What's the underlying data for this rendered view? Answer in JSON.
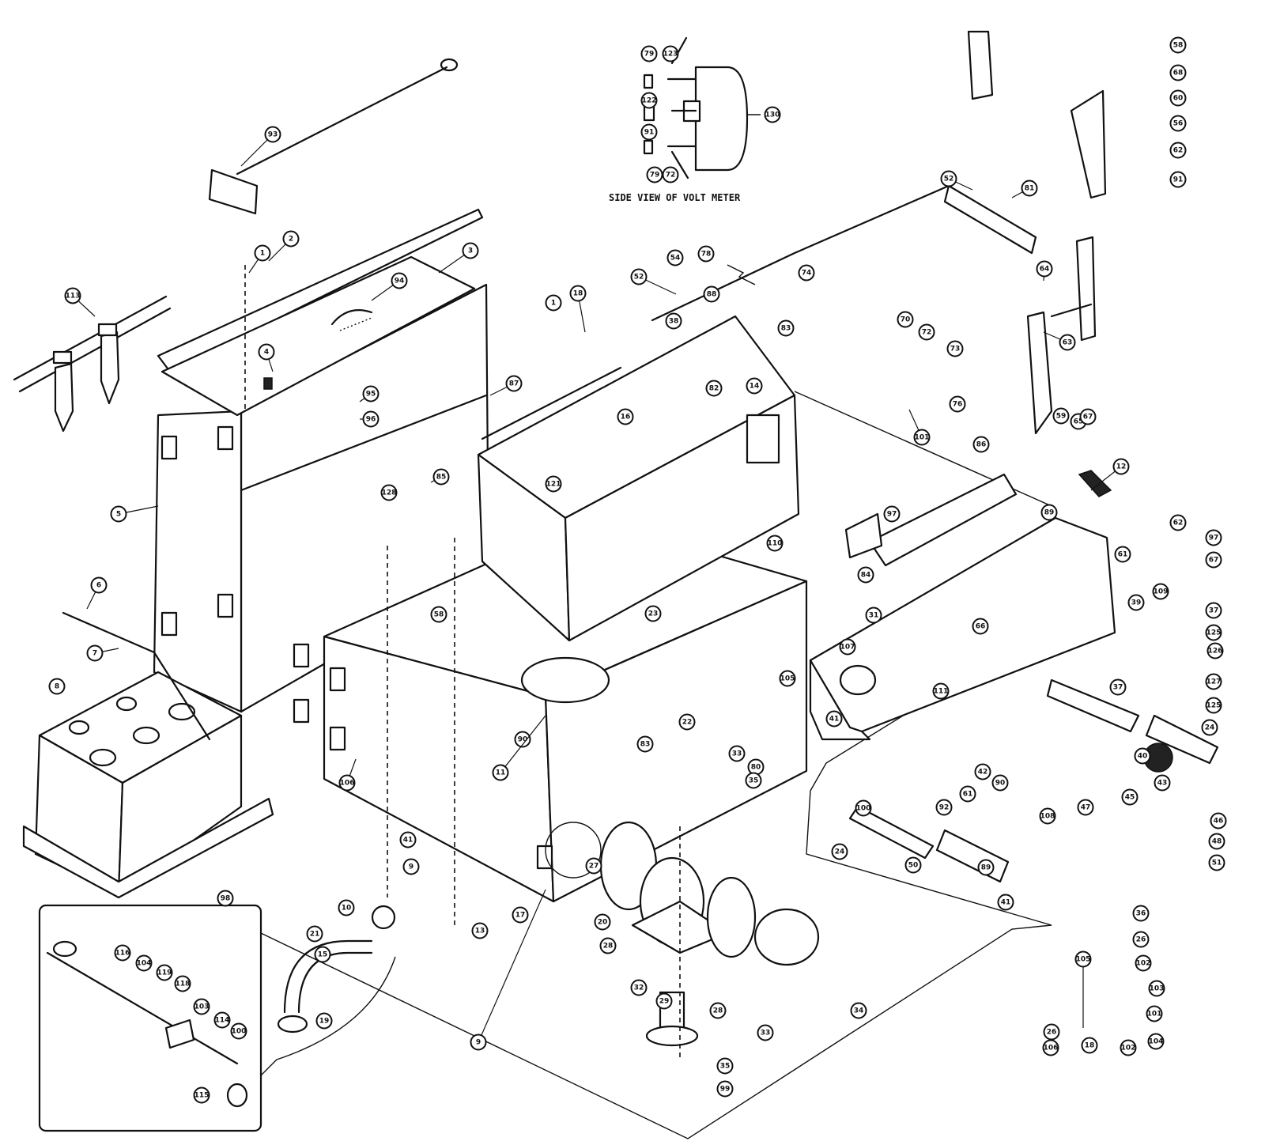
{
  "diagram": {
    "inset_caption": "SIDE VIEW OF VOLT METER",
    "callouts": [
      {
        "label": "93"
      },
      {
        "label": "2"
      },
      {
        "label": "3"
      },
      {
        "label": "1"
      },
      {
        "label": "94"
      },
      {
        "label": "4"
      },
      {
        "label": "95"
      },
      {
        "label": "96"
      },
      {
        "label": "113"
      },
      {
        "label": "5"
      },
      {
        "label": "6"
      },
      {
        "label": "7"
      },
      {
        "label": "8"
      },
      {
        "label": "128"
      },
      {
        "label": "85"
      },
      {
        "label": "58"
      },
      {
        "label": "87"
      },
      {
        "label": "121"
      },
      {
        "label": "1"
      },
      {
        "label": "18"
      },
      {
        "label": "16"
      },
      {
        "label": "78"
      },
      {
        "label": "52"
      },
      {
        "label": "54"
      },
      {
        "label": "88"
      },
      {
        "label": "38"
      },
      {
        "label": "83"
      },
      {
        "label": "82"
      },
      {
        "label": "14"
      },
      {
        "label": "74"
      },
      {
        "label": "70"
      },
      {
        "label": "72"
      },
      {
        "label": "73"
      },
      {
        "label": "76"
      },
      {
        "label": "101"
      },
      {
        "label": "86"
      },
      {
        "label": "52"
      },
      {
        "label": "81"
      },
      {
        "label": "64"
      },
      {
        "label": "63"
      },
      {
        "label": "65"
      },
      {
        "label": "59"
      },
      {
        "label": "67"
      },
      {
        "label": "58"
      },
      {
        "label": "68"
      },
      {
        "label": "60"
      },
      {
        "label": "56"
      },
      {
        "label": "62"
      },
      {
        "label": "91"
      },
      {
        "label": "79"
      },
      {
        "label": "123"
      },
      {
        "label": "122"
      },
      {
        "label": "91"
      },
      {
        "label": "79"
      },
      {
        "label": "72"
      },
      {
        "label": "130"
      },
      {
        "label": "12"
      },
      {
        "label": "97"
      },
      {
        "label": "89"
      },
      {
        "label": "61"
      },
      {
        "label": "84"
      },
      {
        "label": "31"
      },
      {
        "label": "107"
      },
      {
        "label": "66"
      },
      {
        "label": "111"
      },
      {
        "label": "110"
      },
      {
        "label": "23"
      },
      {
        "label": "80"
      },
      {
        "label": "105"
      },
      {
        "label": "22"
      },
      {
        "label": "33"
      },
      {
        "label": "35"
      },
      {
        "label": "83"
      },
      {
        "label": "90"
      },
      {
        "label": "11"
      },
      {
        "label": "106"
      },
      {
        "label": "62"
      },
      {
        "label": "97"
      },
      {
        "label": "67"
      },
      {
        "label": "109"
      },
      {
        "label": "39"
      },
      {
        "label": "37"
      },
      {
        "label": "125"
      },
      {
        "label": "126"
      },
      {
        "label": "127"
      },
      {
        "label": "125"
      },
      {
        "label": "37"
      },
      {
        "label": "24"
      },
      {
        "label": "40"
      },
      {
        "label": "43"
      },
      {
        "label": "45"
      },
      {
        "label": "47"
      },
      {
        "label": "46"
      },
      {
        "label": "48"
      },
      {
        "label": "51"
      },
      {
        "label": "108"
      },
      {
        "label": "50"
      },
      {
        "label": "92"
      },
      {
        "label": "61"
      },
      {
        "label": "42"
      },
      {
        "label": "90"
      },
      {
        "label": "100"
      },
      {
        "label": "41"
      },
      {
        "label": "89"
      },
      {
        "label": "24"
      },
      {
        "label": "41"
      },
      {
        "label": "41"
      },
      {
        "label": "9"
      },
      {
        "label": "10"
      },
      {
        "label": "13"
      },
      {
        "label": "17"
      },
      {
        "label": "21"
      },
      {
        "label": "15"
      },
      {
        "label": "19"
      },
      {
        "label": "9"
      },
      {
        "label": "20"
      },
      {
        "label": "27"
      },
      {
        "label": "28"
      },
      {
        "label": "32"
      },
      {
        "label": "29"
      },
      {
        "label": "28"
      },
      {
        "label": "33"
      },
      {
        "label": "34"
      },
      {
        "label": "35"
      },
      {
        "label": "99"
      },
      {
        "label": "36"
      },
      {
        "label": "26"
      },
      {
        "label": "102"
      },
      {
        "label": "103"
      },
      {
        "label": "101"
      },
      {
        "label": "104"
      },
      {
        "label": "102"
      },
      {
        "label": "18"
      },
      {
        "label": "106"
      },
      {
        "label": "105"
      },
      {
        "label": "116"
      },
      {
        "label": "104"
      },
      {
        "label": "119"
      },
      {
        "label": "118"
      },
      {
        "label": "103"
      },
      {
        "label": "114"
      },
      {
        "label": "100"
      },
      {
        "label": "115"
      },
      {
        "label": "26"
      },
      {
        "label": "98"
      }
    ]
  }
}
